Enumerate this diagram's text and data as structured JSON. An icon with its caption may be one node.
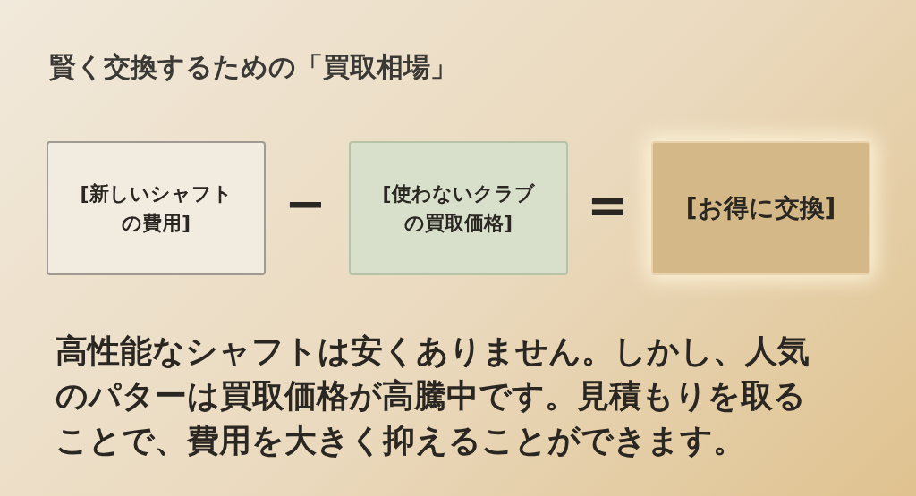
{
  "diagram": {
    "title": "賢く交換するための「買取相場」",
    "nodes": [
      {
        "text": [
          "[新しいシャフトの費用]"
        ]
      },
      {
        "text": [
          "[使わないクラブの買取価格]"
        ]
      },
      {
        "text": [
          "[お得に交換]"
        ]
      }
    ],
    "labels": [
      "−",
      "=",
      "高性能なシャフトは安くありません。しかし、人気のパターは買取価格が高騰中です。見積もりを取ることで、費用を大きく抑えることができます。"
    ]
  }
}
